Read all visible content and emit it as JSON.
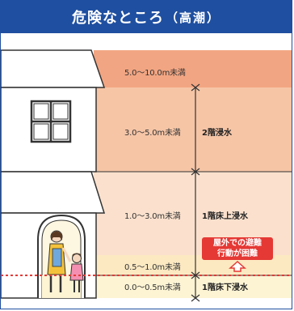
{
  "header": {
    "title": "危険なところ",
    "subtitle": "（高潮）"
  },
  "levels": [
    {
      "range": "5.0〜10.0m未満",
      "color": "#f2a582"
    },
    {
      "range": "3.0〜5.0m未満",
      "color": "#f6c5a6",
      "impact": "2階浸水"
    },
    {
      "range": "1.0〜3.0m未満",
      "color": "#fbe1cd",
      "impact": "1階床上浸水"
    },
    {
      "range": "0.5〜1.0m未満",
      "color": "#fce9c2"
    },
    {
      "range": "0.0〜0.5m未満",
      "color": "#fdf4d4",
      "impact": "1階床下浸水"
    }
  ],
  "callout": {
    "line1": "屋外での避難",
    "line2": "行動が困難"
  },
  "colors": {
    "header_bg": "#1f4fa0",
    "danger_line": "#e53935",
    "callout_bg": "#e53935"
  }
}
